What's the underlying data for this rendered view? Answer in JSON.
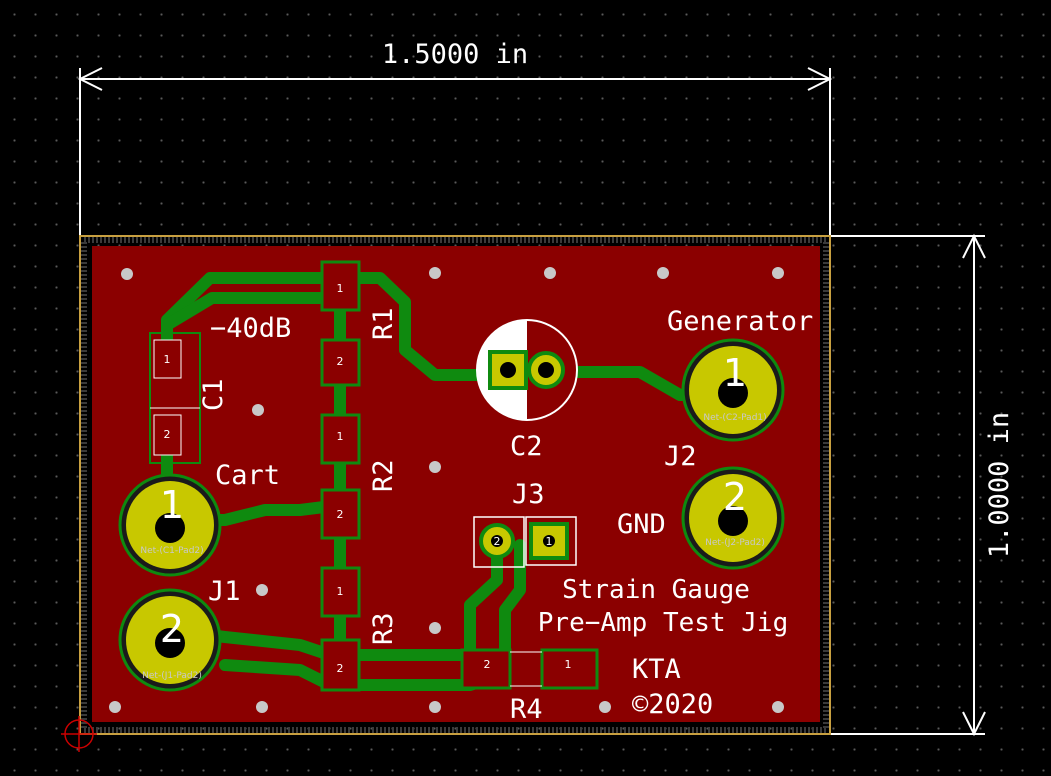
{
  "dimensions": {
    "width_label": "1.5000 in",
    "height_label": "1.0000 in"
  },
  "board_text": {
    "attenuation": "−40dB",
    "cart": "Cart",
    "generator": "Generator",
    "gnd": "GND",
    "title_line1": "Strain Gauge",
    "title_line2": "Pre−Amp Test Jig",
    "author": "KTA",
    "copyright": "©2020"
  },
  "refs": {
    "c1": "C1",
    "c2": "C2",
    "r1": "R1",
    "r2": "R2",
    "r3": "R3",
    "r4": "R4",
    "j1": "J1",
    "j2": "J2",
    "j3": "J3"
  },
  "pad_numbers": {
    "one": "1",
    "two": "2"
  },
  "net_labels": {
    "c1_pad2": "Net-(C1-Pad2)",
    "j1_pad2": "Net-(J1-Pad2)",
    "c2_pad1": "Net-(C2-Pad1)",
    "j2_pad2": "Net-(J2-Pad2)"
  },
  "colors": {
    "copper_fill": "#8b0000",
    "track": "#0f8a0f",
    "pad": "#c8c800",
    "silkscreen": "#ffffff",
    "edge": "#c8a040",
    "origin": "#cc0000"
  }
}
